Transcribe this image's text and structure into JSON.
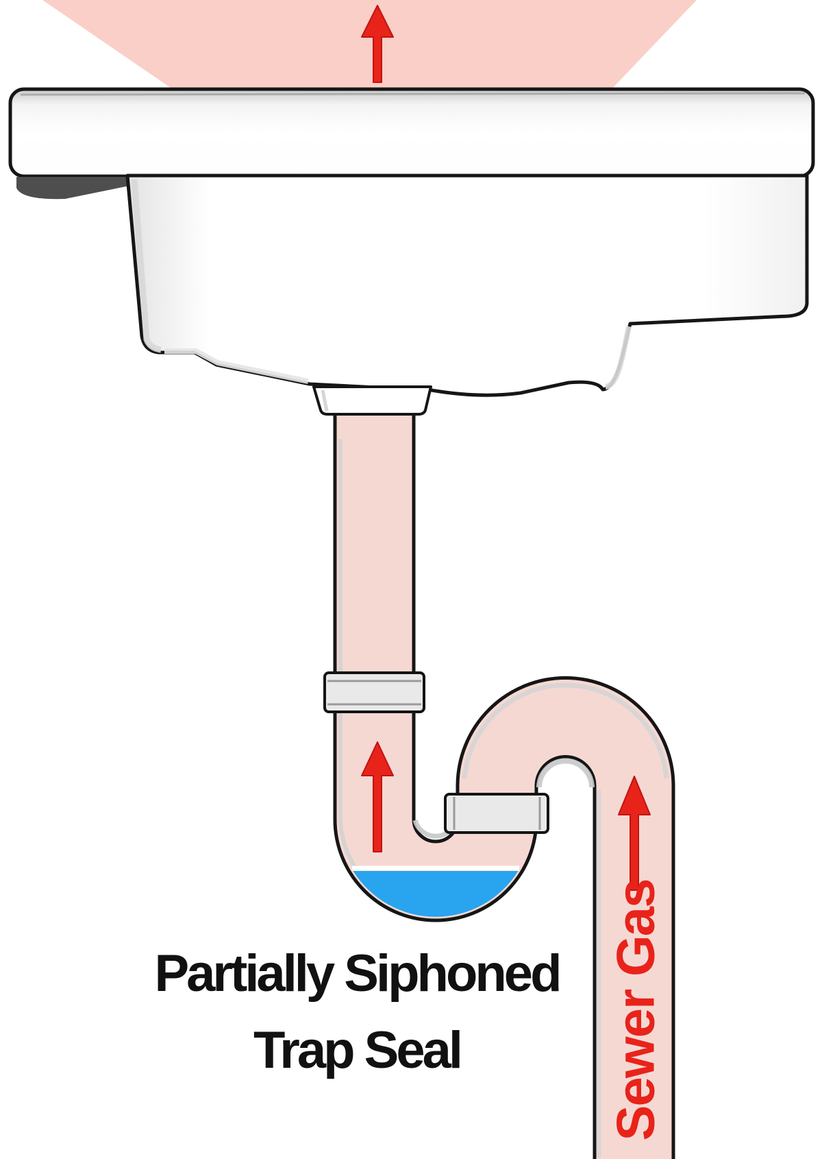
{
  "title": "Partially Siphoned Trap Seal plumbing diagram",
  "labels": {
    "caption_line1": "Partially Siphoned",
    "caption_line2": "Trap Seal",
    "sewer_gas": "Sewer Gas"
  },
  "colors": {
    "gas_cloud_pink": "#f9cfc8",
    "pipe_gas_pink": "#f6d8d3",
    "arrow_red": "#e8231a",
    "label_red": "#e8231a",
    "water_blue": "#29a4ef",
    "caption_black": "#111111",
    "fitting_gray": "#e9e9e9",
    "sink_white": "#ffffff"
  },
  "icons": {
    "arrow_top": "up-arrow-icon",
    "arrow_trap": "up-arrow-icon",
    "arrow_sewer": "up-arrow-icon"
  }
}
